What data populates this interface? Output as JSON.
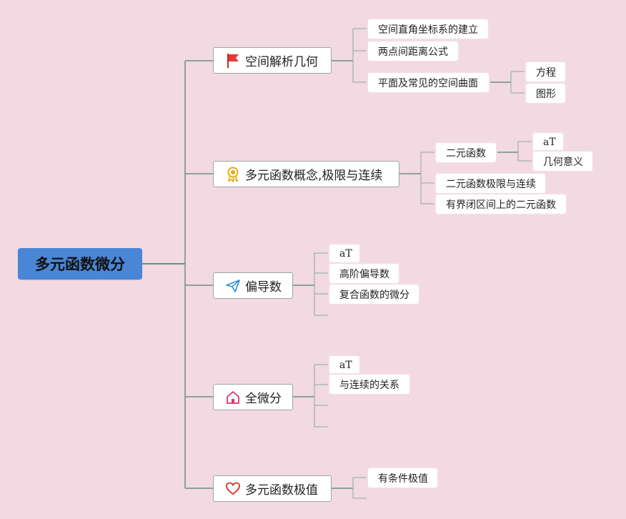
{
  "root": {
    "label": "多元函数微分"
  },
  "branches": [
    {
      "label": "空间解析几何",
      "icon": "red-flag-icon",
      "children": [
        {
          "label": "空间直角坐标系的建立"
        },
        {
          "label": "两点间距离公式"
        },
        {
          "label": "平面及常见的空间曲面",
          "children": [
            {
              "label": "方程"
            },
            {
              "label": "图形"
            }
          ]
        }
      ]
    },
    {
      "label": "多元函数概念,极限与连续",
      "icon": "award-ribbon-icon",
      "children": [
        {
          "label": "二元函数",
          "children": [
            {
              "label": "aT"
            },
            {
              "label": "几何意义"
            }
          ]
        },
        {
          "label": "二元函数极限与连续"
        },
        {
          "label": "有界闭区间上的二元函数"
        }
      ]
    },
    {
      "label": "偏导数",
      "icon": "paper-plane-icon",
      "children": [
        {
          "label": "aT"
        },
        {
          "label": "高阶偏导数"
        },
        {
          "label": "复合函数的微分"
        }
      ]
    },
    {
      "label": "全微分",
      "icon": "house-icon",
      "children": [
        {
          "label": "aT"
        },
        {
          "label": "与连续的关系"
        }
      ]
    },
    {
      "label": "多元函数极值",
      "icon": "heart-icon",
      "children": [
        {
          "label": "有条件极值"
        }
      ]
    }
  ]
}
